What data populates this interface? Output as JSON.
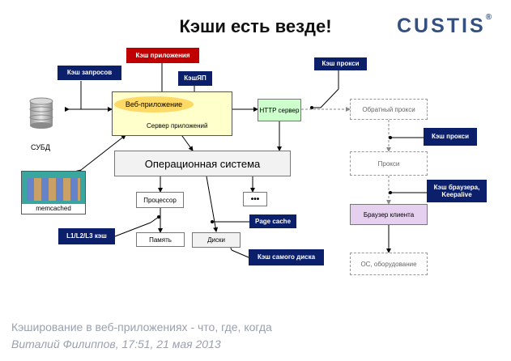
{
  "title": "Кэши есть везде!",
  "logo": {
    "text": "CUSTIS",
    "mark": "®"
  },
  "nodes": {
    "webapp": "Веб-приложение",
    "appserver": "Сервер приложений",
    "dbms": "СУБД",
    "memcached": "memcached",
    "os": "Операционная система",
    "cpu": "Процессор",
    "memory": "Память",
    "disk": "Диски",
    "more": "•••",
    "http_server": "HTTP сервер",
    "reverse_proxy": "Обратный прокси",
    "proxy": "Прокси",
    "browser": "Браузер клиента",
    "os_hw": "ОС, оборудование"
  },
  "labels": {
    "query_cache": "Кэш запросов",
    "app_cache": "Кэш приложения",
    "yap_cache": "КэшЯП",
    "proxy_cache_1": "Кэш прокси",
    "proxy_cache_2": "Кэш прокси",
    "browser_cache_1": "Кэш браузера,",
    "browser_cache_2": "Keepalive",
    "page_cache": "Page cache",
    "cpu_cache": "L1/L2/L3 кэш",
    "disk_cache": "Кэш самого диска"
  },
  "footer": {
    "line1": "Кэширование в веб-приложениях - что, где, когда",
    "line2": "Виталий Филиппов, 17:51, 21 мая 2013"
  },
  "colors": {
    "label_bg": "#0b1f6a",
    "app_cache_bg": "#c00000",
    "webapp_fill": "#ffffcc",
    "http_fill": "#ccffcc",
    "browser_fill": "#e6d0f0",
    "os_fill": "#f2f2f2",
    "logo": "#33507e"
  }
}
